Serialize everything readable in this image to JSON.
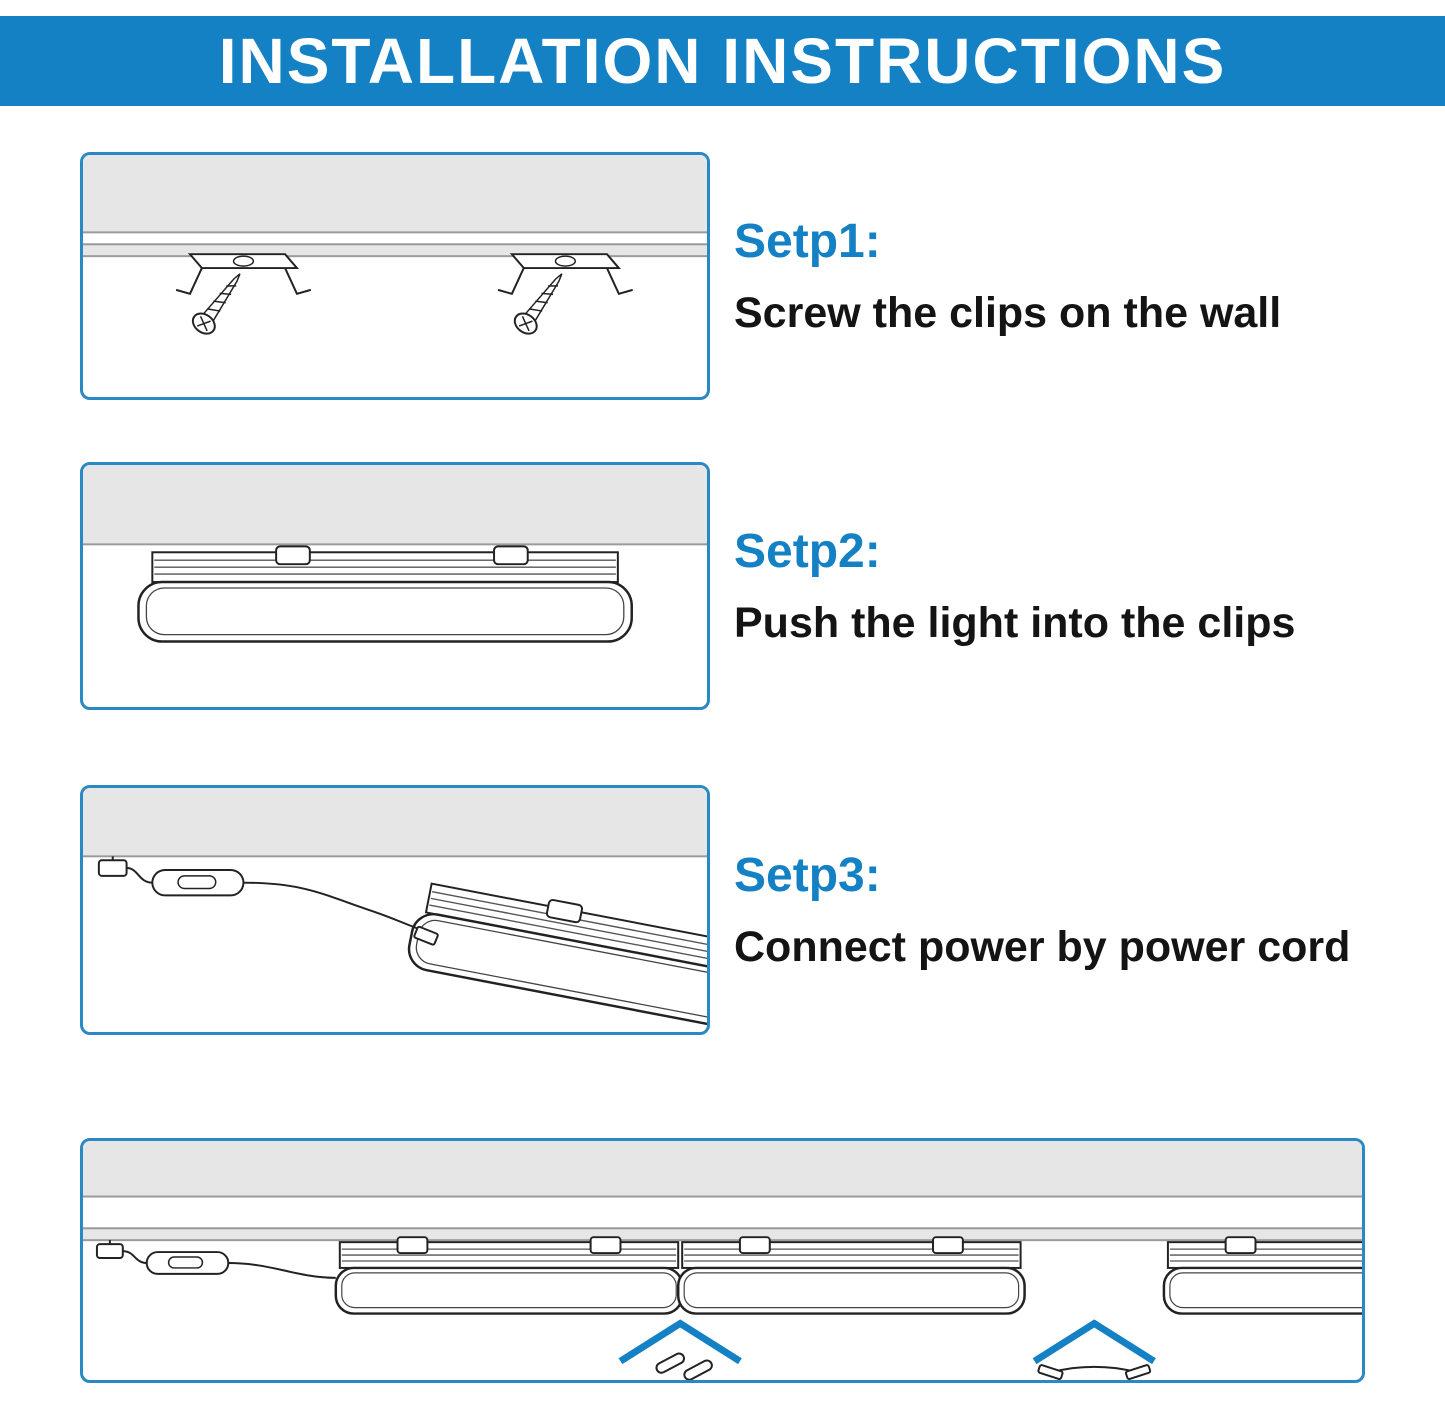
{
  "header": {
    "title": "INSTALLATION INSTRUCTIONS"
  },
  "steps": [
    {
      "label": "Setp1:",
      "description": "Screw the clips on the wall"
    },
    {
      "label": "Setp2:",
      "description": "Push the light into the clips"
    },
    {
      "label": "Setp3:",
      "description": "Connect power by power cord"
    }
  ],
  "colors": {
    "accent_blue": "#1581c5",
    "box_border_blue": "#2a89c4",
    "wall_gray": "#e6e6e6",
    "line_black": "#222222"
  },
  "illustrations": {
    "step1": "two-mounting-clips-screwed-to-wall",
    "step2": "led-light-pushed-into-clips",
    "step3": "power-cord-with-switch-connected-to-light",
    "bottom": "multiple-lights-connected-in-series-with-pin-and-cable-connectors"
  }
}
